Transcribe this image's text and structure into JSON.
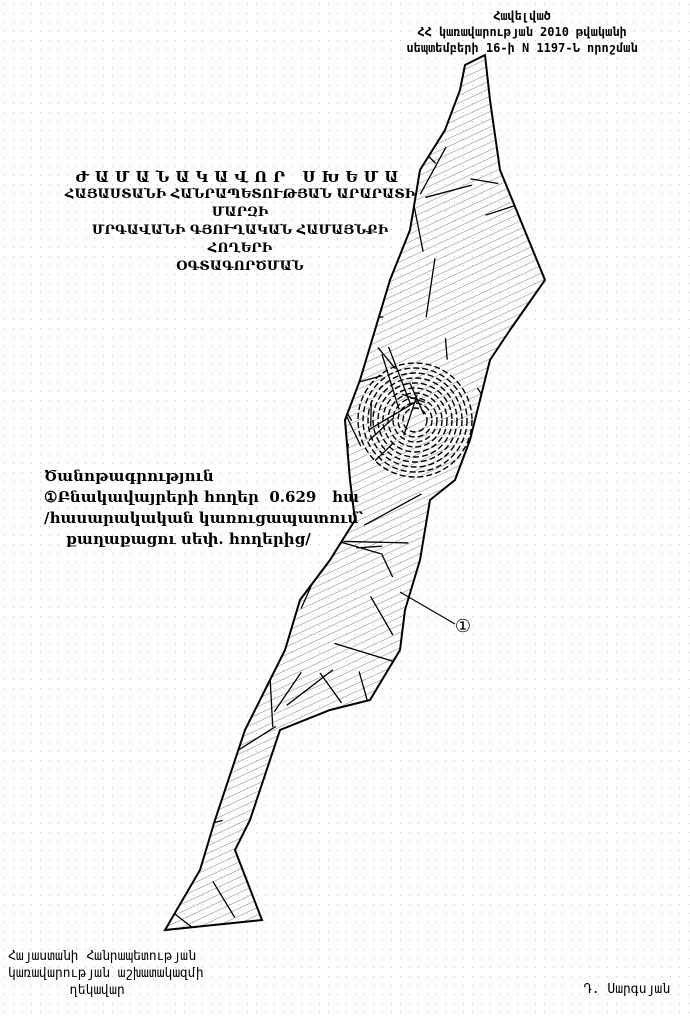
{
  "appendix": {
    "lines": [
      "Հավելված",
      "ՀՀ կառավարության 2010 թվականի",
      "սեպտեմբերի 16-ի N 1197-Ն որոշման"
    ]
  },
  "title": {
    "lines": [
      "ԺԱՄԱՆԱԿԱՎՈՐ ՍԽԵՄԱ",
      "ՀԱՅԱՍՏԱՆԻ ՀԱՆՐԱՊԵՏՈՒԹՅԱՆ ԱՐԱՐԱՏԻ ՄԱՐԶԻ",
      "ՄՐԳԱՎԱՆԻ ԳՅՈՒՂԱԿԱՆ ՀԱՄԱՅՆՔԻ ՀՈՂԵՐԻ",
      "ՕԳՏԱԳՈՐԾՄԱՆ"
    ]
  },
  "legend": {
    "heading": "Ծանոթագրություն",
    "marker": "①",
    "item_label": "Բնակավայրերի հողեր",
    "area_value": "0.629",
    "area_unit": "հա",
    "note_lines": [
      "/հասարակական կառուցապատում՝",
      "քաղաքացու սեփ. հողերից/"
    ]
  },
  "map": {
    "callout_marker": "①",
    "line_color": "#000000"
  },
  "footer": {
    "position_lines": [
      "Հայաստանի Հանրապետության",
      "կառավարության աշխատակազմի",
      "ղեկավար"
    ],
    "signatory": "Դ. Սարգսյան"
  }
}
